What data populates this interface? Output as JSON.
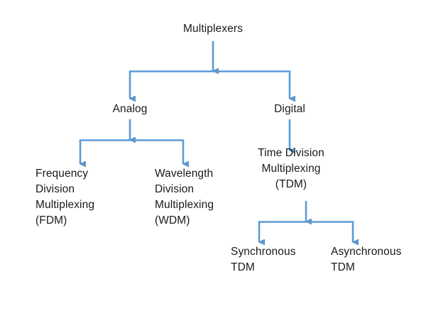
{
  "diagram": {
    "title": "Multiplexers classification tree",
    "background_color": "#ffffff",
    "connector_color": "#5b9bd5",
    "connector_edge_color": "#4a84b8",
    "text_color": "#1a1a1a",
    "nodes": {
      "root": {
        "label": "Multiplexers"
      },
      "analog": {
        "label": "Analog"
      },
      "digital": {
        "label": "Digital"
      },
      "fdm": {
        "label": "Frequency\nDivision\nMultiplexing\n(FDM)"
      },
      "wdm": {
        "label": "Wavelength\nDivision\nMultiplexing\n(WDM)"
      },
      "tdm": {
        "label": "Time Division\nMultiplexing\n(TDM)"
      },
      "synchronous_tdm": {
        "label": "Synchronous\nTDM"
      },
      "asynchronous_tdm": {
        "label": "Asynchronous\nTDM"
      }
    }
  },
  "chart_data": {
    "type": "tree",
    "title": "Multiplexers",
    "orientation": "top-down",
    "levels": 4,
    "nodes": [
      {
        "id": "multiplexers",
        "label": "Multiplexers",
        "parent": null,
        "level": 0
      },
      {
        "id": "analog",
        "label": "Analog",
        "parent": "multiplexers",
        "level": 1
      },
      {
        "id": "digital",
        "label": "Digital",
        "parent": "multiplexers",
        "level": 1
      },
      {
        "id": "fdm",
        "label": "Frequency Division Multiplexing (FDM)",
        "parent": "analog",
        "level": 2
      },
      {
        "id": "wdm",
        "label": "Wavelength Division Multiplexing (WDM)",
        "parent": "analog",
        "level": 2
      },
      {
        "id": "tdm",
        "label": "Time Division Multiplexing (TDM)",
        "parent": "digital",
        "level": 2
      },
      {
        "id": "synchronous-tdm",
        "label": "Synchronous TDM",
        "parent": "tdm",
        "level": 3
      },
      {
        "id": "asynchronous-tdm",
        "label": "Asynchronous TDM",
        "parent": "tdm",
        "level": 3
      }
    ],
    "edges": [
      {
        "from": "multiplexers",
        "to": "analog"
      },
      {
        "from": "multiplexers",
        "to": "digital"
      },
      {
        "from": "analog",
        "to": "fdm"
      },
      {
        "from": "analog",
        "to": "wdm"
      },
      {
        "from": "digital",
        "to": "tdm"
      },
      {
        "from": "tdm",
        "to": "synchronous-tdm"
      },
      {
        "from": "tdm",
        "to": "asynchronous-tdm"
      }
    ]
  }
}
